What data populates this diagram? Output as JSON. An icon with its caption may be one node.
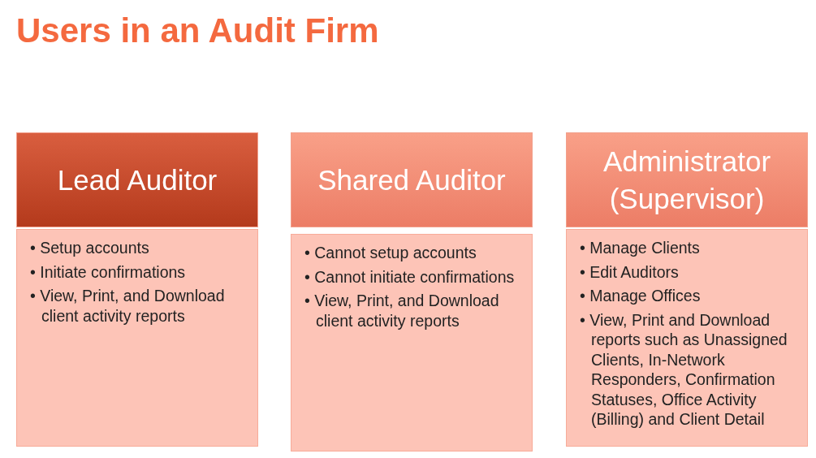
{
  "diagram": {
    "title": "Users in an Audit Firm",
    "nodes": [
      {
        "text": [
          "Lead Auditor"
        ]
      },
      {
        "text": [
          "• Setup accounts",
          "• Initiate confirmations",
          "• View, Print, and Download client activity reports"
        ]
      },
      {
        "text": [
          "Shared Auditor"
        ]
      },
      {
        "text": [
          "• Cannot setup accounts",
          "• Cannot initiate confirmations",
          "• View, Print, and Download client activity reports"
        ]
      },
      {
        "text": [
          "Administrator (Supervisor)"
        ]
      },
      {
        "text": [
          "• Manage Clients",
          "• Edit Auditors",
          "• Manage Offices",
          "• View, Print and Download reports such as Unassigned Clients, In-Network Responders, Confirmation Statuses, Office Activity (Billing) and Client Detail"
        ]
      }
    ]
  }
}
